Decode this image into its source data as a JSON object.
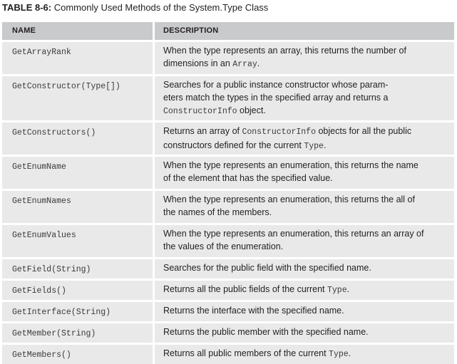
{
  "caption": {
    "label": "TABLE 8-6:",
    "title": "Commonly Used Methods of the System.Type Class"
  },
  "table": {
    "headers": [
      "NAME",
      "DESCRIPTION"
    ],
    "rows": [
      {
        "name": "GetArrayRank",
        "desc": [
          "When the type represents an array, this returns the number of",
          "dimensions in an ",
          "Array",
          "."
        ]
      },
      {
        "name": "GetConstructor(Type[])",
        "desc": [
          "Searches for a public instance constructor whose param-",
          "eters match the types in the specified array and returns a",
          "ConstructorInfo",
          " object."
        ]
      },
      {
        "name": "GetConstructors()",
        "desc": [
          "Returns an array of ",
          "ConstructorInfo",
          " objects for all the public",
          "constructors defined for the current ",
          "Type",
          "."
        ]
      },
      {
        "name": "GetEnumName",
        "desc": [
          "When the type represents an enumeration, this returns the name",
          "of the element that has the specified value."
        ]
      },
      {
        "name": "GetEnumNames",
        "desc": [
          "When the type represents an enumeration, this returns the all of",
          "the names of the members."
        ]
      },
      {
        "name": "GetEnumValues",
        "desc": [
          "When the type represents an enumeration, this returns an array of",
          "the values of the enumeration."
        ]
      },
      {
        "name": "GetField(String)",
        "desc": [
          "Searches for the public field with the specified name."
        ]
      },
      {
        "name": "GetFields()",
        "desc": [
          "Returns all the public fields of the current ",
          "Type",
          "."
        ]
      },
      {
        "name": "GetInterface(String)",
        "desc": [
          "Returns the interface with the specified name."
        ]
      },
      {
        "name": "GetMember(String)",
        "desc": [
          "Returns the public member with the specified name."
        ]
      },
      {
        "name": "GetMembers()",
        "desc": [
          "Returns all public members of the current ",
          "Type",
          "."
        ]
      }
    ]
  }
}
